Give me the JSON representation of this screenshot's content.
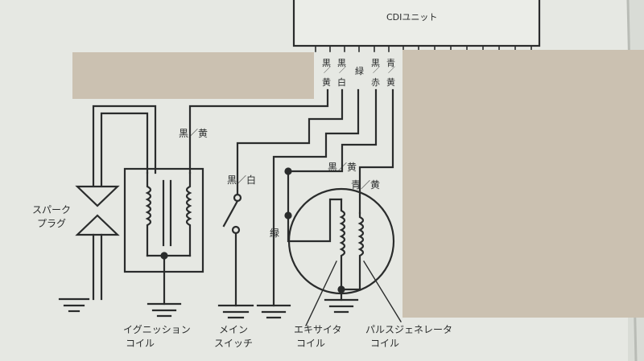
{
  "cdi_unit": {
    "label": "CDIユニット"
  },
  "terminals": [
    {
      "top": "黒",
      "bottom": "黄"
    },
    {
      "top": "黒",
      "bottom": "白"
    },
    {
      "top": "緑",
      "bottom": ""
    },
    {
      "top": "黒",
      "bottom": "赤"
    },
    {
      "top": "青",
      "bottom": "黄"
    }
  ],
  "wire_labels": {
    "ignition_primary": "黒／黄",
    "main_switch": "黒／白",
    "ground_green": "緑",
    "exciter": "黒／黄",
    "pulse": "青／黄"
  },
  "components": {
    "spark_plug": {
      "line1": "スパーク",
      "line2": "プラグ"
    },
    "ignition_coil": {
      "line1": "イグニッション",
      "line2": "コイル"
    },
    "main_switch": {
      "line1": "メイン",
      "line2": "スイッチ"
    },
    "exciter_coil": {
      "line1": "エキサイタ",
      "line2": "コイル"
    },
    "pulse_generator": {
      "line1": "パルスジェネレータ",
      "line2": "コイル"
    }
  },
  "colors": {
    "paper": "#e6e8e3",
    "line": "#2a2c2c",
    "redaction": "#cbc1b1"
  }
}
